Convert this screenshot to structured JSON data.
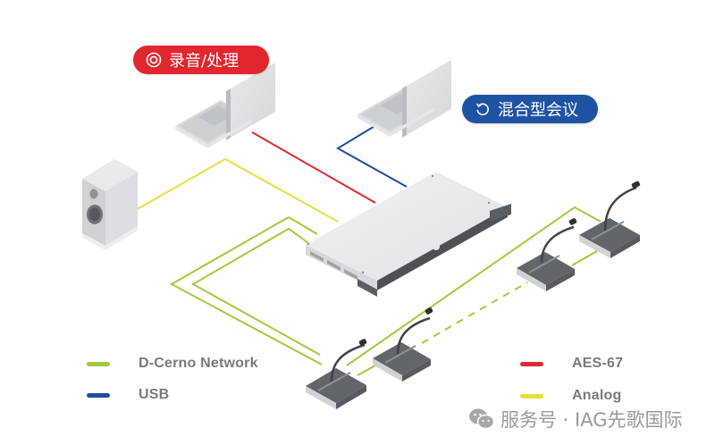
{
  "labels": {
    "recording": {
      "text": "录音/处理",
      "icon": "record-icon",
      "color": "#e2262e"
    },
    "hybrid_meeting": {
      "text": "混合型会议",
      "icon": "refresh-icon",
      "color": "#1e53a4"
    }
  },
  "devices": {
    "laptop_recording": "laptop",
    "laptop_hybrid": "laptop",
    "speaker": "loudspeaker",
    "processor": "rack-mount processor",
    "delegate_units": 4
  },
  "legend": [
    {
      "label": "D-Cerno Network",
      "color": "#a4c93c"
    },
    {
      "label": "USB",
      "color": "#1e4f9c"
    },
    {
      "label": "AES-67",
      "color": "#dd2c2f"
    },
    {
      "label": "Analog",
      "color": "#e3e13c"
    }
  ],
  "watermark": {
    "icon": "wechat-icon",
    "text": "服务号 · IAG先歌国际"
  }
}
